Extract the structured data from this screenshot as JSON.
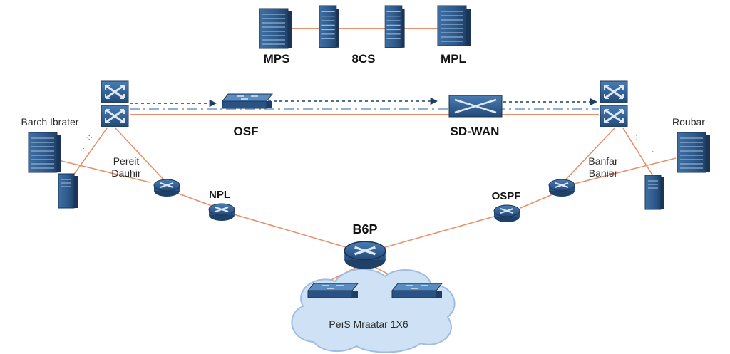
{
  "diagram": {
    "top_servers": [
      "MPS",
      "8CS",
      "MPL"
    ],
    "backbone": {
      "left_label": "OSF",
      "right_label": "SD-WAN"
    },
    "left_site": {
      "title": "Barch Ibrater",
      "router_label_line1": "Pereit",
      "router_label_line2": "Dauhir",
      "link_label": "NPL"
    },
    "right_site": {
      "title": "Roubar",
      "router_label_line1": "Banfar",
      "router_label_line2": "Banier",
      "link_label": "OSPF"
    },
    "core": {
      "label": "B6P"
    },
    "cloud": {
      "label": "PeıS Mraatar 1X6"
    },
    "colors": {
      "device_blue": "#2f5d8f",
      "device_dark": "#1d3f66",
      "link_orange": "#e8906a",
      "link_dash_blue": "#8fb2d6",
      "cloud_fill": "#cfe1f5",
      "cloud_stroke": "#9fbde0"
    }
  }
}
